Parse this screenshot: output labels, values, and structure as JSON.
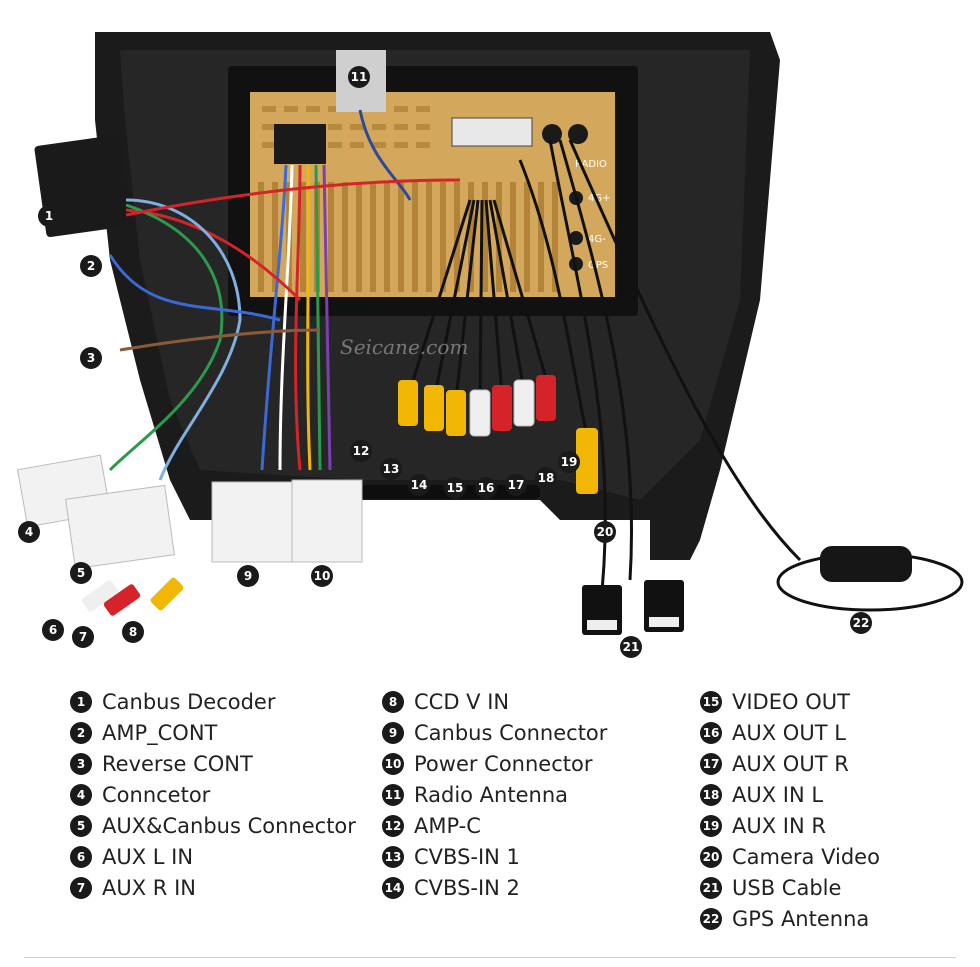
{
  "watermark": "Seicane.com",
  "head_unit_labels": [
    "RADIO",
    "4G+",
    "4G-",
    "GPS"
  ],
  "colors": {
    "frame": "#1b1b1b",
    "pcb": "#d4a85c",
    "connector_white": "#f2f2f2",
    "rca_yellow": "#f2b705",
    "rca_red": "#d6232a",
    "rca_white": "#efefef",
    "badge": "#1a1a1a"
  },
  "items": [
    {
      "n": "1",
      "label": "Canbus Decoder"
    },
    {
      "n": "2",
      "label": "AMP_CONT"
    },
    {
      "n": "3",
      "label": "Reverse CONT"
    },
    {
      "n": "4",
      "label": "Conncetor"
    },
    {
      "n": "5",
      "label": "AUX&Canbus Connector"
    },
    {
      "n": "6",
      "label": "AUX L IN"
    },
    {
      "n": "7",
      "label": "AUX R IN"
    },
    {
      "n": "8",
      "label": "CCD V IN"
    },
    {
      "n": "9",
      "label": "Canbus Connector"
    },
    {
      "n": "10",
      "label": "Power Connector"
    },
    {
      "n": "11",
      "label": "Radio Antenna"
    },
    {
      "n": "12",
      "label": "AMP-C"
    },
    {
      "n": "13",
      "label": "CVBS-IN 1"
    },
    {
      "n": "14",
      "label": "CVBS-IN 2"
    },
    {
      "n": "15",
      "label": "VIDEO OUT"
    },
    {
      "n": "16",
      "label": "AUX OUT L"
    },
    {
      "n": "17",
      "label": "AUX OUT R"
    },
    {
      "n": "18",
      "label": "AUX IN L"
    },
    {
      "n": "19",
      "label": "AUX IN R"
    },
    {
      "n": "20",
      "label": "Camera Video"
    },
    {
      "n": "21",
      "label": "USB Cable"
    },
    {
      "n": "22",
      "label": "GPS Antenna"
    }
  ]
}
